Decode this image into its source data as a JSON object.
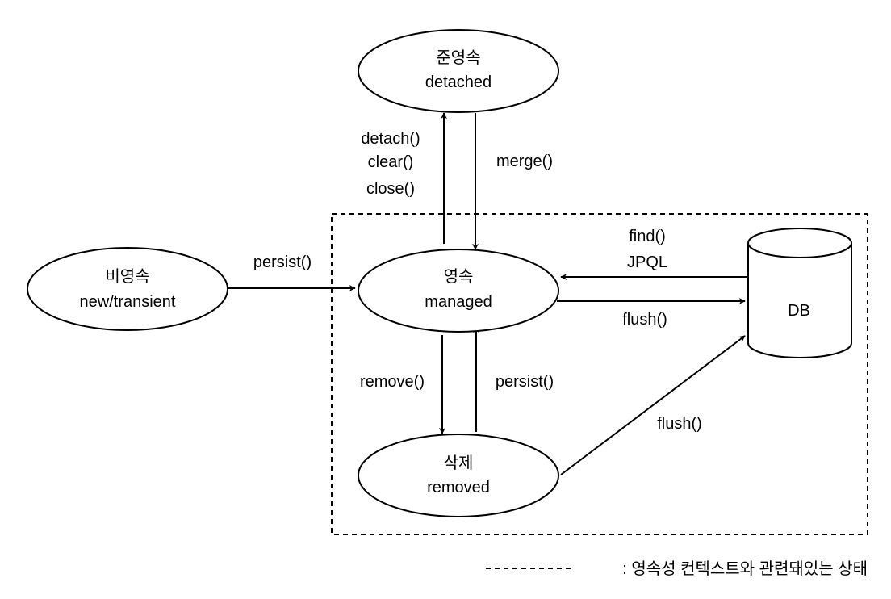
{
  "nodes": {
    "detached": {
      "title": "준영속",
      "subtitle": "detached"
    },
    "transient": {
      "title": "비영속",
      "subtitle": "new/transient"
    },
    "managed": {
      "title": "영속",
      "subtitle": "managed"
    },
    "removed": {
      "title": "삭제",
      "subtitle": "removed"
    },
    "db": {
      "label": "DB"
    }
  },
  "edges": {
    "detach_lines": [
      "detach()",
      "clear()",
      "close()"
    ],
    "merge": "merge()",
    "persist_new": "persist()",
    "find": "find()",
    "jpql": "JPQL",
    "flush_managed": "flush()",
    "remove": "remove()",
    "persist_removed": "persist()",
    "flush_removed": "flush()"
  },
  "legend": {
    "text": ": 영속성 컨텍스트와 관련돼있는 상태"
  }
}
